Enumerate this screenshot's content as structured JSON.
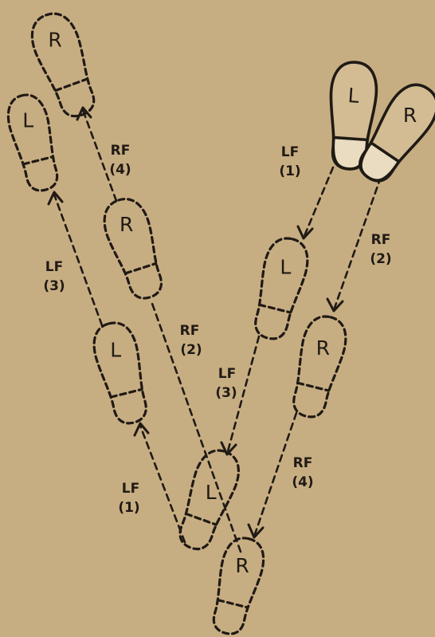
{
  "background_color": "#c7ad82",
  "ink_color": "#1f1a14",
  "start_feet": {
    "left": "L",
    "right": "R"
  },
  "left_line_feet": {
    "left_top": "L",
    "right_top": "R",
    "left_mid": "L",
    "right_mid": "R",
    "left_bottom": "L"
  },
  "right_line_feet": {
    "left": "L",
    "right_mid": "R",
    "right_bottom": "R"
  },
  "labels": {
    "lf1_upper": {
      "code": "LF",
      "step": "(1)"
    },
    "rf2_upper": {
      "code": "RF",
      "step": "(2)"
    },
    "rf4_left": {
      "code": "RF",
      "step": "(4)"
    },
    "lf3_left": {
      "code": "LF",
      "step": "(3)"
    },
    "rf2_center": {
      "code": "RF",
      "step": "(2)"
    },
    "lf3_center": {
      "code": "LF",
      "step": "(3)"
    },
    "lf1_lower": {
      "code": "LF",
      "step": "(1)"
    },
    "rf4_right": {
      "code": "RF",
      "step": "(4)"
    }
  }
}
